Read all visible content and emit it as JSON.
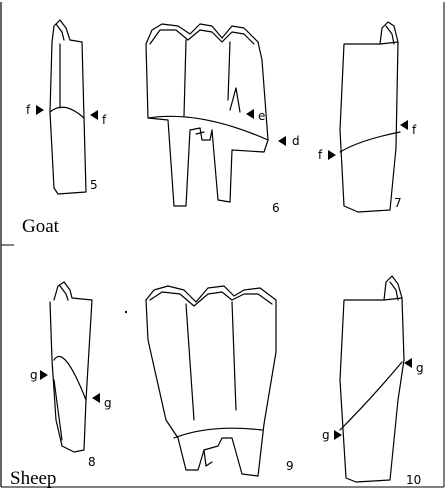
{
  "panels": [
    {
      "caption": "Goat",
      "teeth": [
        {
          "number": "5",
          "marks": [
            "f",
            "f"
          ]
        },
        {
          "number": "6",
          "marks": [
            "e",
            "d"
          ]
        },
        {
          "number": "7",
          "marks": [
            "f",
            "f"
          ]
        }
      ]
    },
    {
      "caption": "Sheep",
      "teeth": [
        {
          "number": "8",
          "marks": [
            "g",
            "g"
          ]
        },
        {
          "number": "9",
          "marks": []
        },
        {
          "number": "10",
          "marks": [
            "g",
            "g"
          ]
        }
      ]
    }
  ]
}
